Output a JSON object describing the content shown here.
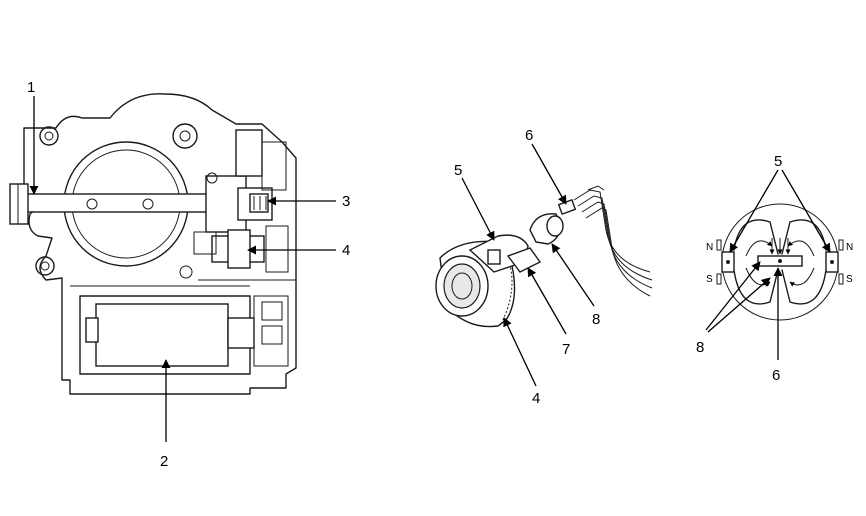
{
  "left_callouts": [
    "1",
    "2",
    "3",
    "4"
  ],
  "middle_callouts": [
    "5",
    "6",
    "7",
    "8",
    "4"
  ],
  "right_callouts": [
    "5",
    "8",
    "6"
  ],
  "poles": {
    "left_top": "N",
    "left_bottom": "S",
    "right_top": "N",
    "right_bottom": "S"
  }
}
